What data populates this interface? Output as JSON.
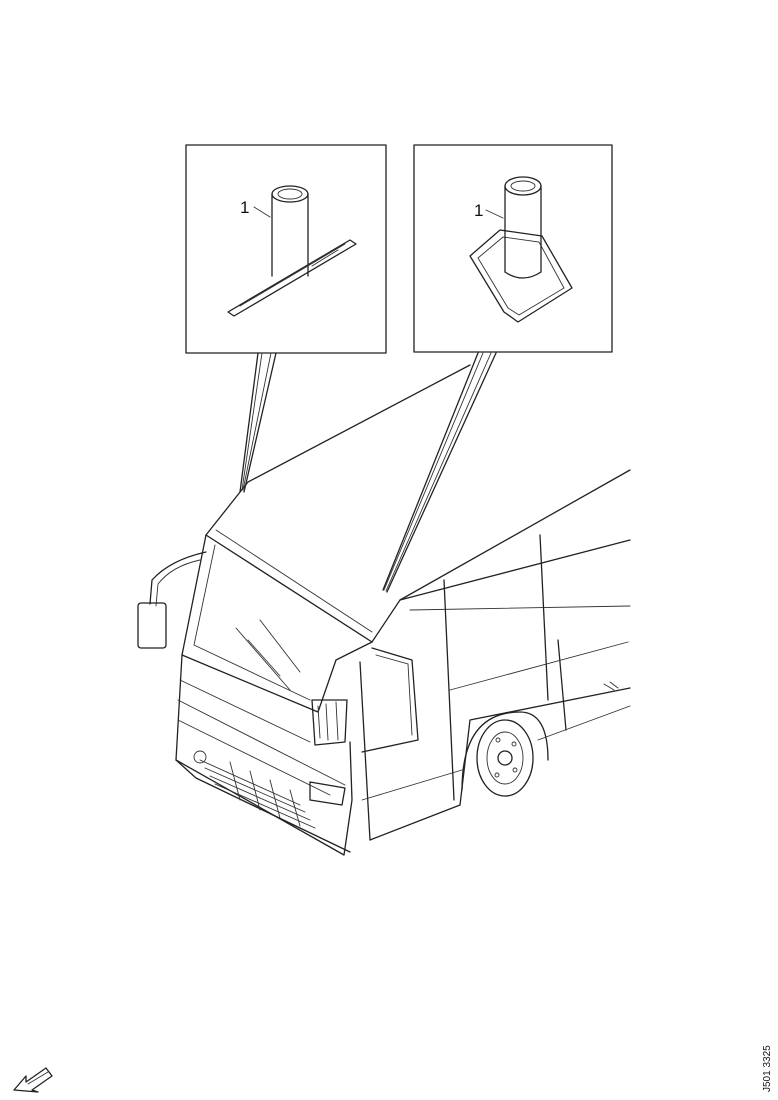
{
  "detail_left": {
    "callout": "1"
  },
  "detail_right": {
    "callout": "1"
  },
  "drawing_ref": "J501 3325"
}
